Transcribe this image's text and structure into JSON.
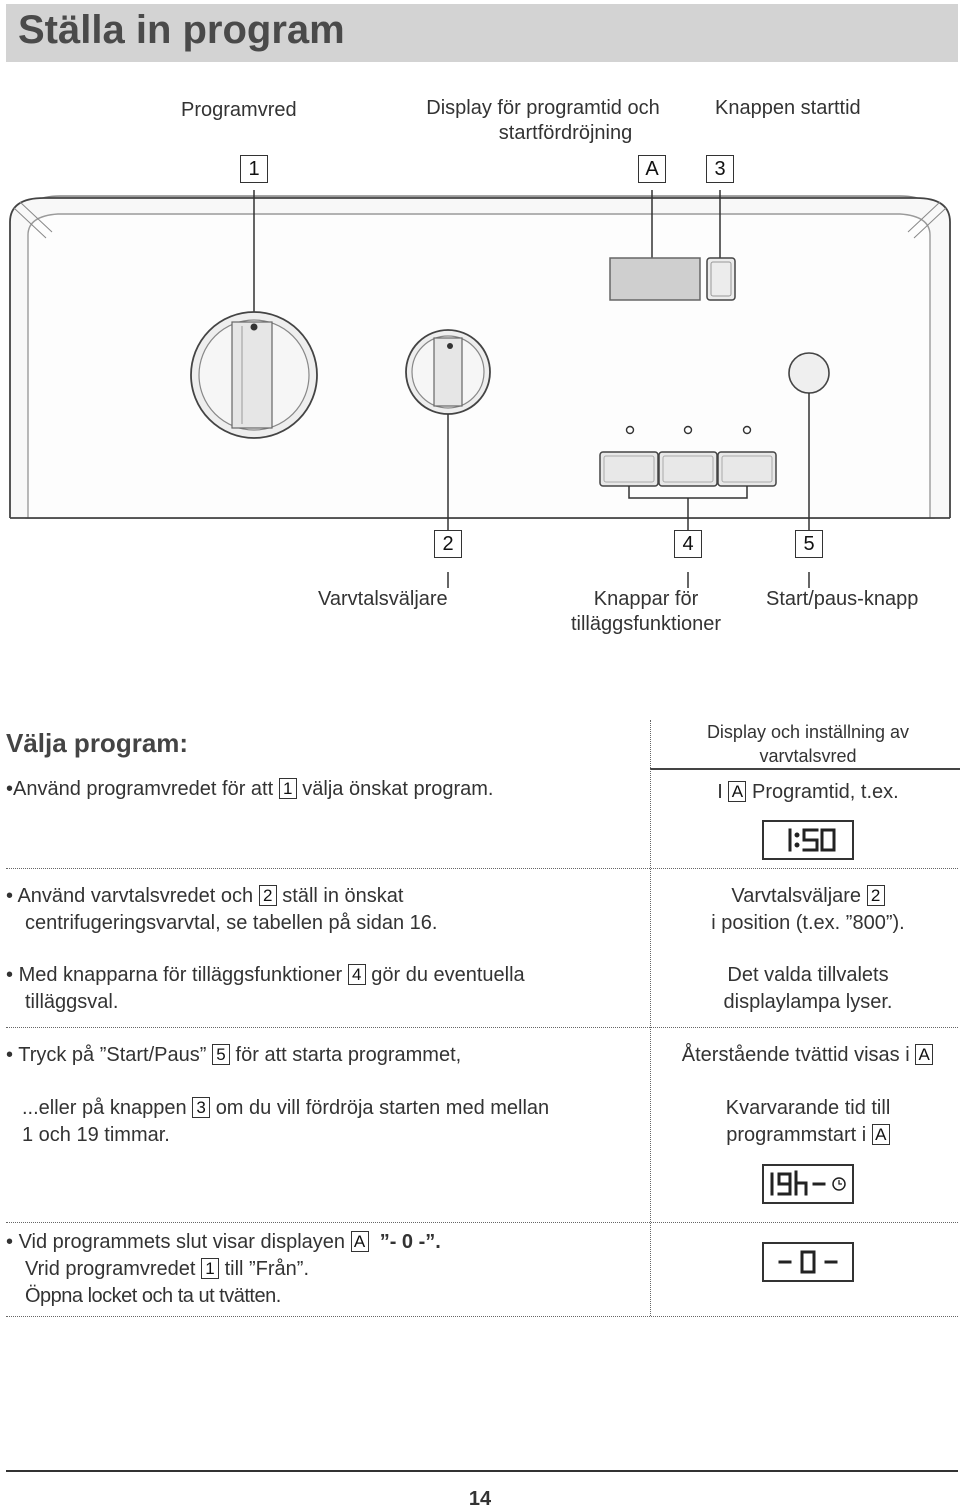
{
  "page": {
    "title": "Ställa in program",
    "page_number": "14"
  },
  "diagram": {
    "top_callouts": {
      "programvred": "Programvred",
      "display_line1": "Display för programtid och",
      "display_line2": "startfördröjning",
      "starttid": "Knappen starttid"
    },
    "top_keys": {
      "k1": "1",
      "kA": "A",
      "k3": "3"
    },
    "bottom_keys": {
      "k2": "2",
      "k4": "4",
      "k5": "5"
    },
    "bottom_callouts": {
      "varvtal": "Varvtalsväljare",
      "knappar_line1": "Knappar för",
      "knappar_line2": "tilläggsfunktioner",
      "startpaus": "Start/paus-knapp"
    }
  },
  "section": {
    "title": "Välja program:",
    "right_header_line1": "Display och inställning av",
    "right_header_line2": "varvtalsvred"
  },
  "rows": {
    "r1": {
      "bullet": "•",
      "pre": "Använd programvredet för att",
      "key": "1",
      "post": "välja önskat program.",
      "right_pre": "I",
      "right_key": "A",
      "right_post": "Programtid, t.ex.",
      "display": "1:50"
    },
    "r2": {
      "bullet": "•",
      "pre": "Använd varvtalsvredet och",
      "key": "2",
      "post": "ställ in önskat",
      "line2": "centrifugeringsvarvtal, se tabellen på sidan 16.",
      "right_line1": "Varvtalsväljare",
      "right_key": "2",
      "right_line2": "i position (t.ex. ”800”)."
    },
    "r3": {
      "bullet": "•",
      "pre": "Med knapparna för tilläggsfunktioner",
      "key": "4",
      "post": "gör du eventuella",
      "line2": "tilläggsval.",
      "right_line1": "Det valda tillvalets",
      "right_line2": "displaylampa lyser."
    },
    "r4": {
      "bullet": "•",
      "pre": "Tryck på ”Start/Paus”",
      "key": "5",
      "post": "för att starta programmet,",
      "right_pre": "Återstående tvättid visas i",
      "right_key": "A"
    },
    "r5": {
      "pre": "...eller på knappen",
      "key": "3",
      "post": "om du vill fördröja starten med mellan",
      "line2": "1 och 19 timmar.",
      "right_line1": "Kvarvarande tid till",
      "right_line2_pre": "programmstart i",
      "right_key": "A",
      "display": "19h-"
    },
    "r6": {
      "bullet": "•",
      "pre": "Vid programmets slut visar displayen",
      "key": "A",
      "post_bold": "”- 0 -”.",
      "line2_pre": "Vrid programvredet",
      "line2_key": "1",
      "line2_post": "till ”Från”.",
      "line3": "Öppna locket och ta ut tvätten.",
      "display": "-0-"
    }
  },
  "colors": {
    "header_band": "#d3d3d3",
    "title_text": "#4a4a4a",
    "panel_fill": "#f7f7f7",
    "panel_shadow": "#bdbdbd"
  }
}
